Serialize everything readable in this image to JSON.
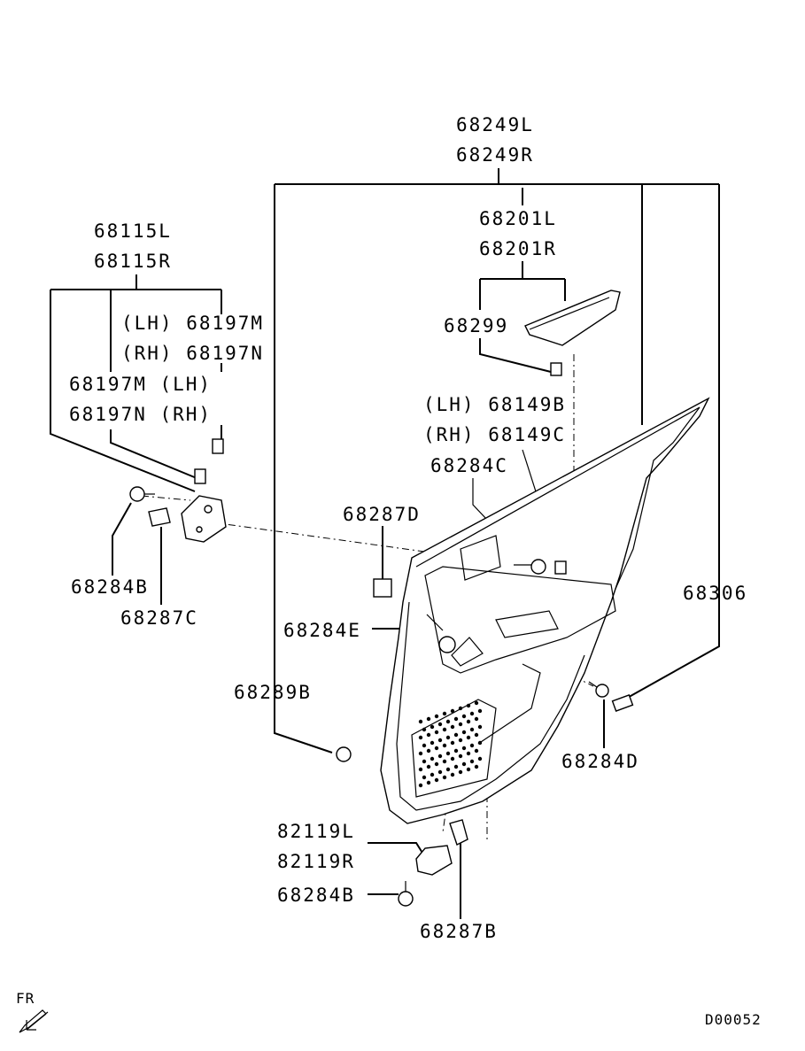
{
  "labels": {
    "p68249L": "68249L",
    "p68249R": "68249R",
    "p68201L": "68201L",
    "p68201R": "68201R",
    "p68299": "68299",
    "p68149B": "(LH) 68149B",
    "p68149C": "(RH) 68149C",
    "p68284C": "68284C",
    "p68115L": "68115L",
    "p68115R": "68115R",
    "p68197M_a": "(LH) 68197M",
    "p68197N_a": "(RH) 68197N",
    "p68197M_b": "68197M (LH)",
    "p68197N_b": "68197N (RH)",
    "p68287D": "68287D",
    "p68284B_top": "68284B",
    "p68287C": "68287C",
    "p68284E": "68284E",
    "p68306": "68306",
    "p68289B": "68289B",
    "p68284D": "68284D",
    "p82119L": "82119L",
    "p82119R": "82119R",
    "p68284B_bottom": "68284B",
    "p68287B": "68287B"
  },
  "footer": {
    "direction": "FR",
    "diagram_code": "D00052"
  }
}
